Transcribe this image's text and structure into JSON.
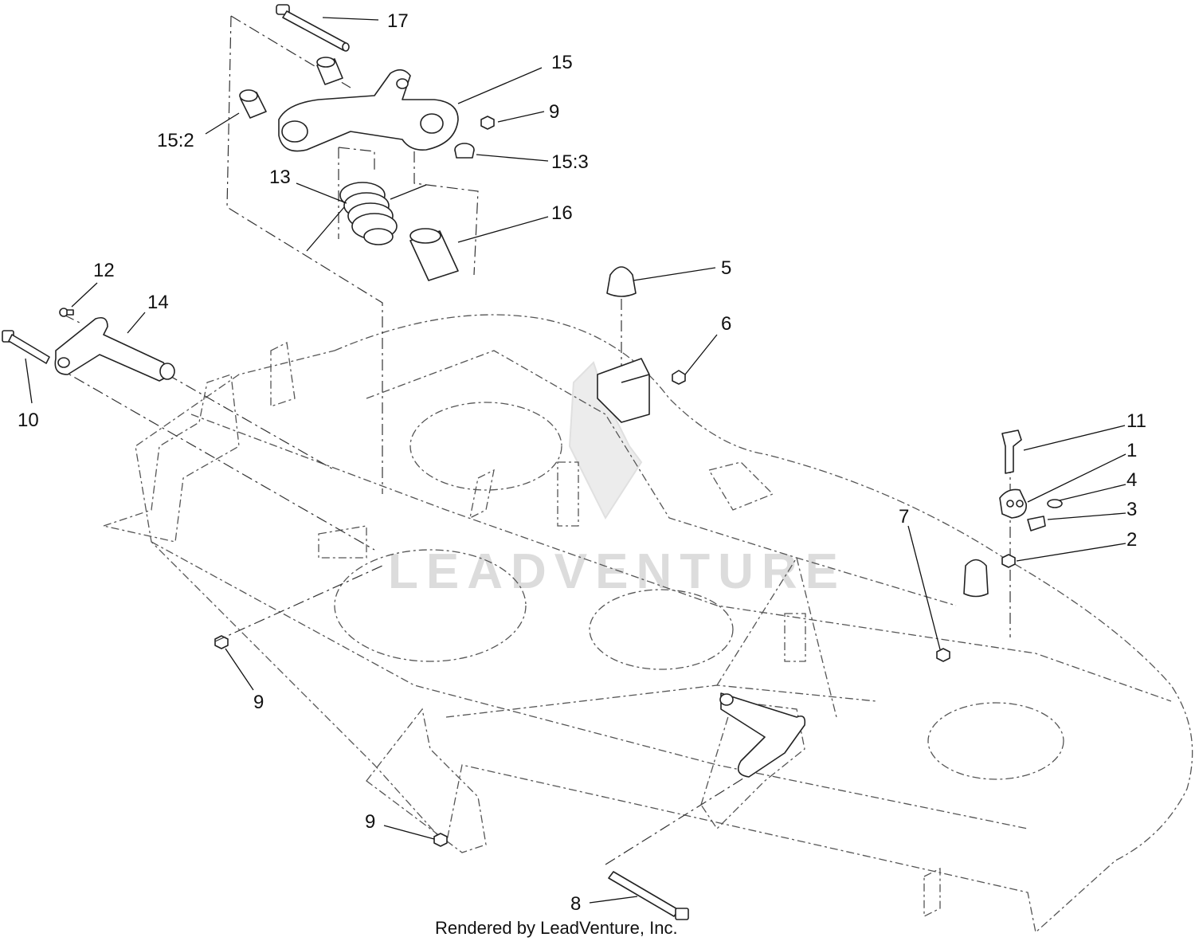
{
  "diagram": {
    "credit": "Rendered by LeadVenture, Inc.",
    "watermark": "LEADVENTURE",
    "callouts": [
      {
        "id": "c17",
        "label": "17"
      },
      {
        "id": "c15",
        "label": "15"
      },
      {
        "id": "c9a",
        "label": "9"
      },
      {
        "id": "c152",
        "label": "15:2"
      },
      {
        "id": "c153",
        "label": "15:3"
      },
      {
        "id": "c13",
        "label": "13"
      },
      {
        "id": "c16",
        "label": "16"
      },
      {
        "id": "c5",
        "label": "5"
      },
      {
        "id": "c6",
        "label": "6"
      },
      {
        "id": "c12",
        "label": "12"
      },
      {
        "id": "c14",
        "label": "14"
      },
      {
        "id": "c10",
        "label": "10"
      },
      {
        "id": "c11",
        "label": "11"
      },
      {
        "id": "c1",
        "label": "1"
      },
      {
        "id": "c4",
        "label": "4"
      },
      {
        "id": "c3",
        "label": "3"
      },
      {
        "id": "c2",
        "label": "2"
      },
      {
        "id": "c7",
        "label": "7"
      },
      {
        "id": "c9b",
        "label": "9"
      },
      {
        "id": "c9c",
        "label": "9"
      },
      {
        "id": "c8",
        "label": "8"
      }
    ]
  }
}
